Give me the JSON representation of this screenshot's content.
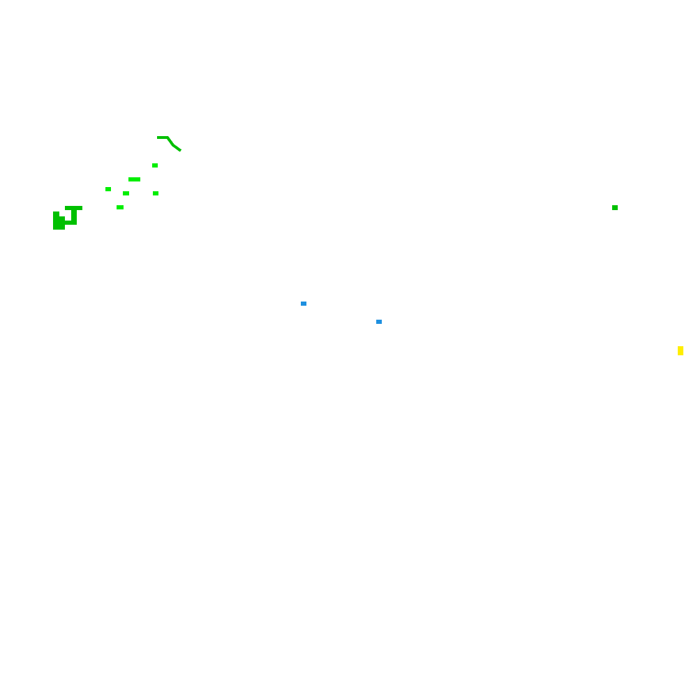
{
  "map": {
    "background": "#ffffff",
    "colors": {
      "dark_green": "#00c000",
      "bright_green": "#00ee00",
      "blue": "#1e90e0",
      "yellow": "#ffee00"
    },
    "features": [
      {
        "name": "land-fragment-1",
        "color": "dark_green"
      },
      {
        "name": "land-fragment-2",
        "color": "bright_green"
      },
      {
        "name": "land-fragment-3",
        "color": "bright_green"
      },
      {
        "name": "land-fragment-4",
        "color": "bright_green"
      },
      {
        "name": "land-fragment-5",
        "color": "bright_green"
      },
      {
        "name": "land-fragment-6",
        "color": "bright_green"
      },
      {
        "name": "land-fragment-7",
        "color": "bright_green"
      },
      {
        "name": "land-fragment-8",
        "color": "dark_green"
      },
      {
        "name": "land-fragment-9",
        "color": "dark_green"
      },
      {
        "name": "water-point-1",
        "color": "blue"
      },
      {
        "name": "water-point-2",
        "color": "blue"
      },
      {
        "name": "highlight-point-1",
        "color": "yellow"
      }
    ]
  }
}
